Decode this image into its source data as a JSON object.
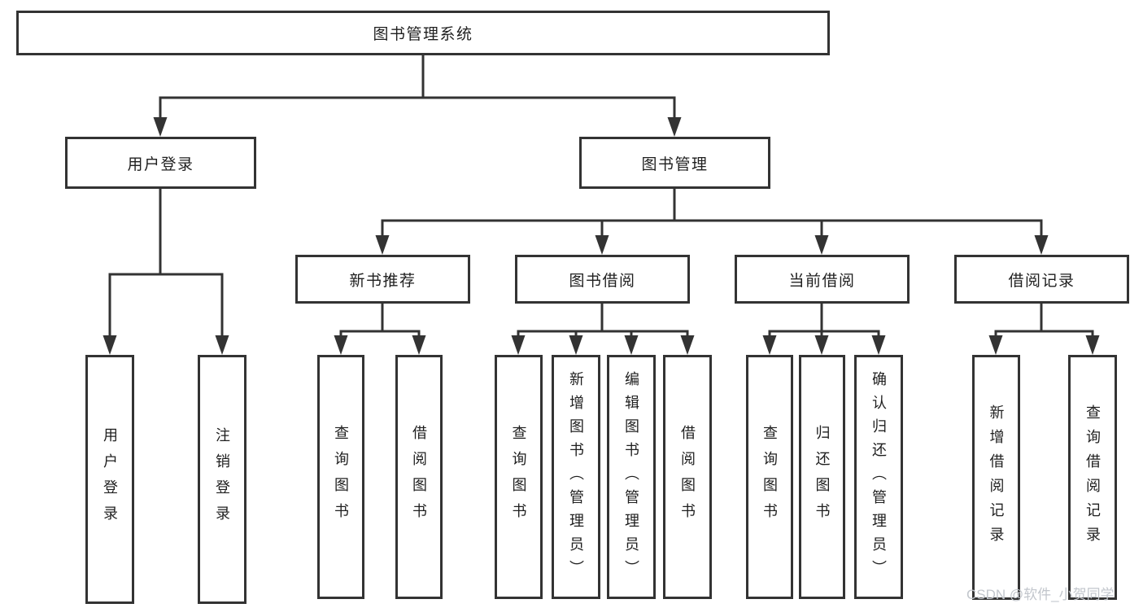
{
  "watermark": "CSDN @软件_小贺同学",
  "colors": {
    "line": "#333333",
    "text": "#1f1f1f",
    "box_bg": "#ffffff",
    "watermark": "#c2c6cc"
  },
  "tree": {
    "label": "图书管理系统",
    "children": [
      {
        "label": "用户登录",
        "children": [
          {
            "label": "用户登录"
          },
          {
            "label": "注销登录"
          }
        ]
      },
      {
        "label": "图书管理",
        "children": [
          {
            "label": "新书推荐",
            "children": [
              {
                "label": "查询图书"
              },
              {
                "label": "借阅图书"
              }
            ]
          },
          {
            "label": "图书借阅",
            "children": [
              {
                "label": "查询图书"
              },
              {
                "label": "新增图书（管理员）"
              },
              {
                "label": "编辑图书（管理员）"
              },
              {
                "label": "借阅图书"
              }
            ]
          },
          {
            "label": "当前借阅",
            "children": [
              {
                "label": "查询图书"
              },
              {
                "label": "归还图书"
              },
              {
                "label": "确认归还（管理员）"
              }
            ]
          },
          {
            "label": "借阅记录",
            "children": [
              {
                "label": "新增借阅记录"
              },
              {
                "label": "查询借阅记录"
              }
            ]
          }
        ]
      }
    ]
  }
}
